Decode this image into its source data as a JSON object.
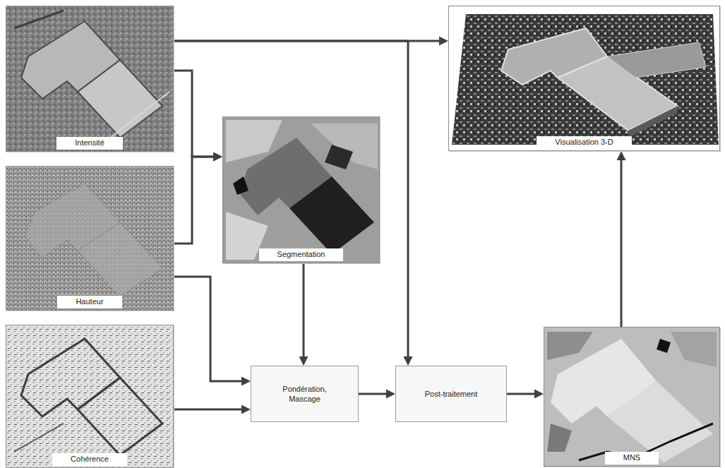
{
  "diagram": {
    "nodes": [
      {
        "text": [
          "Intensité"
        ]
      },
      {
        "text": [
          "Visualisation 3-D"
        ]
      },
      {
        "text": [
          "Segmentation"
        ]
      },
      {
        "text": [
          "Hauteur"
        ]
      },
      {
        "text": [
          "Cohérence"
        ]
      },
      {
        "text": [
          "Pondération, Mascage"
        ]
      },
      {
        "text": [
          "Post-traitement"
        ]
      },
      {
        "text": [
          "MNS"
        ]
      }
    ],
    "edges": [
      {
        "from": 0,
        "to": 1,
        "arrow": "to"
      },
      {
        "from": 0,
        "to": 6,
        "arrow": "to"
      },
      {
        "from": 0,
        "to": 2,
        "arrow": "to"
      },
      {
        "from": 3,
        "to": 2,
        "arrow": "to"
      },
      {
        "from": 3,
        "to": 5,
        "arrow": "to"
      },
      {
        "from": 4,
        "to": 5,
        "arrow": "to"
      },
      {
        "from": 2,
        "to": 5,
        "arrow": "to"
      },
      {
        "from": 5,
        "to": 6,
        "arrow": "to"
      },
      {
        "from": 6,
        "to": 7,
        "arrow": "to"
      },
      {
        "from": 7,
        "to": 1,
        "arrow": "to"
      }
    ]
  }
}
